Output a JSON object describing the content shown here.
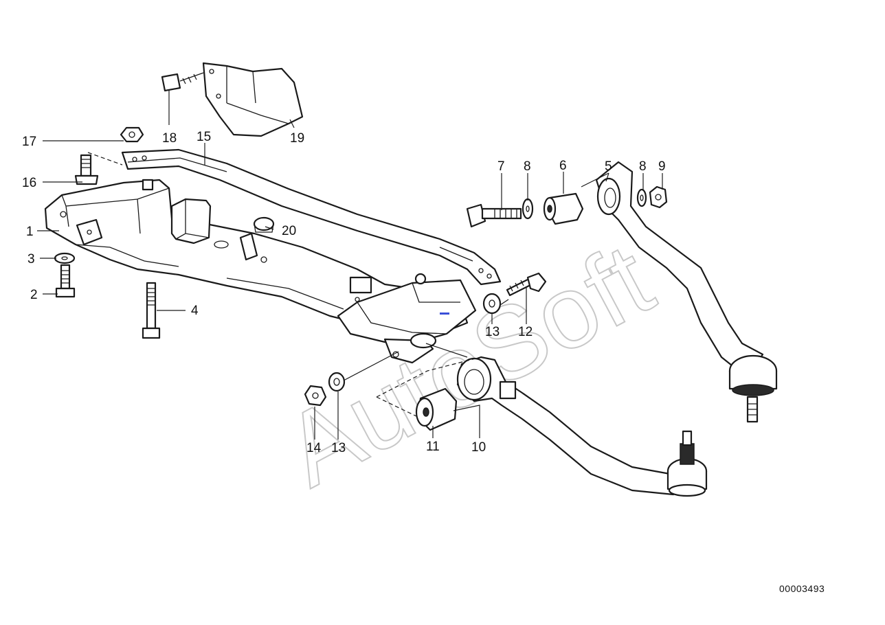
{
  "callouts": {
    "c1": "1",
    "c2": "2",
    "c3": "3",
    "c4": "4",
    "c5": "5",
    "c6": "6",
    "c7": "7",
    "c8a": "8",
    "c8b": "8",
    "c9": "9",
    "c10": "10",
    "c11": "11",
    "c12": "12",
    "c13a": "13",
    "c13b": "13",
    "c14": "14",
    "c15": "15",
    "c16": "16",
    "c17": "17",
    "c18": "18",
    "c19": "19",
    "c20": "20"
  },
  "watermark": "AutoSoft",
  "document_number": "00003493"
}
